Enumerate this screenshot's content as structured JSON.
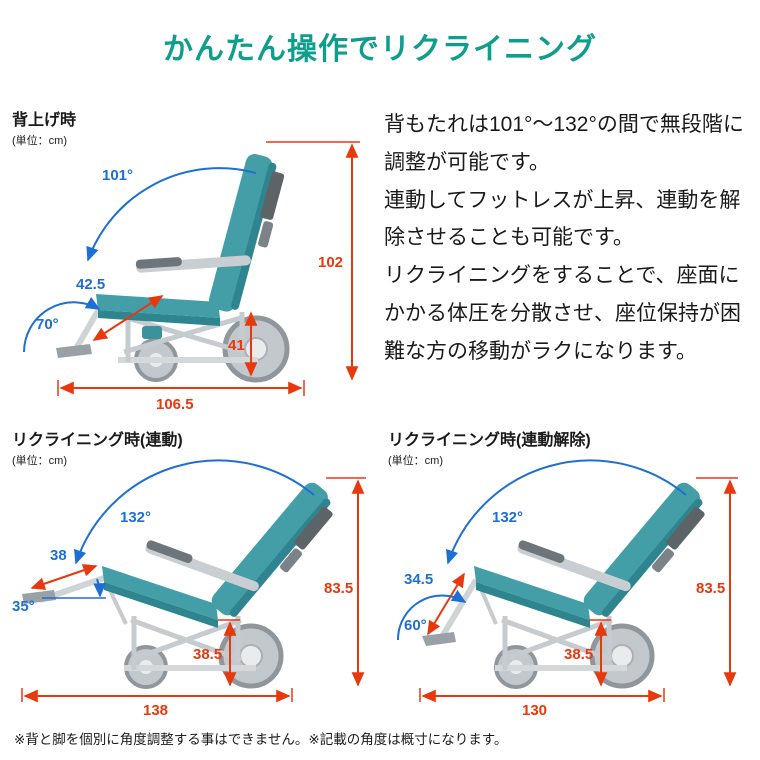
{
  "title": "かんたん操作でリクライニング",
  "description": {
    "paragraphs": [
      "背もたれは101°〜132°の間で無段階に調整が可能です。",
      "連動してフットレスが上昇、連動を解除させることも可能です。",
      "リクライニングをすることで、座面にかかる体圧を分散させ、座位保持が困難な方の移動がラクになります。"
    ]
  },
  "diagrams": {
    "back_raised": {
      "label": "背上げ時",
      "unit": "(単位：cm)",
      "back_angle": "101°",
      "total_height": "102",
      "seat_depth": "42.5",
      "front_angle": "70°",
      "seat_height": "41",
      "total_length": "106.5"
    },
    "recline_linked": {
      "label": "リクライニング時(連動)",
      "unit": "(単位：cm)",
      "back_angle": "132°",
      "footrest_length": "38",
      "footrest_angle": "35°",
      "total_height": "83.5",
      "seat_height": "38.5",
      "total_length": "138"
    },
    "recline_unlinked": {
      "label": "リクライニング時(連動解除)",
      "unit": "(単位：cm)",
      "back_angle": "132°",
      "footrest_length": "34.5",
      "front_angle": "60°",
      "total_height": "83.5",
      "seat_height": "38.5",
      "total_length": "130"
    }
  },
  "footnote": "※背と脚を個別に角度調整する事はできません。※記載の角度は概寸になります。",
  "colors": {
    "title_teal": "#109e8c",
    "dimension_red": "#e8380d",
    "angle_blue": "#1e6fd2",
    "cushion_teal": "#449ea7",
    "frame_gray": "#cfd4d7"
  }
}
